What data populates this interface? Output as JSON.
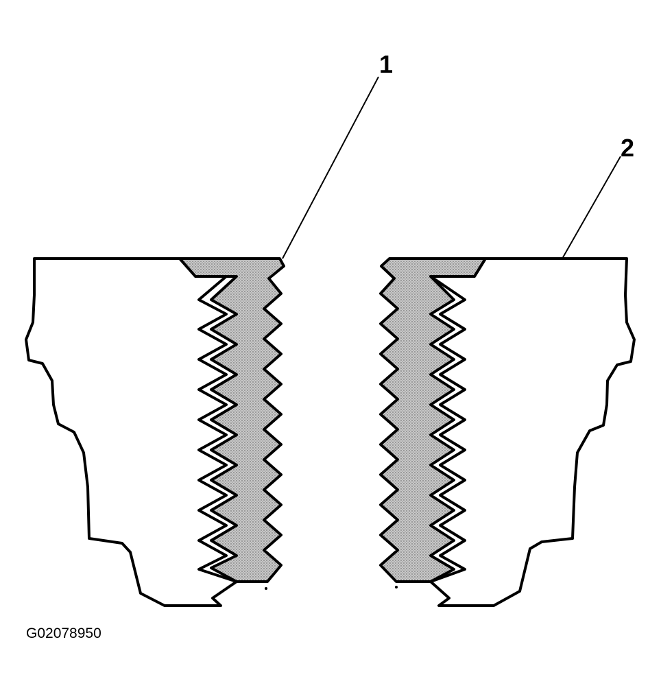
{
  "callouts": [
    {
      "id": "1",
      "label": "1"
    },
    {
      "id": "2",
      "label": "2"
    }
  ],
  "figure_id": "G02078950",
  "colors": {
    "line": "#000000",
    "background": "#ffffff",
    "insert_fill": "#b9b9b9"
  }
}
